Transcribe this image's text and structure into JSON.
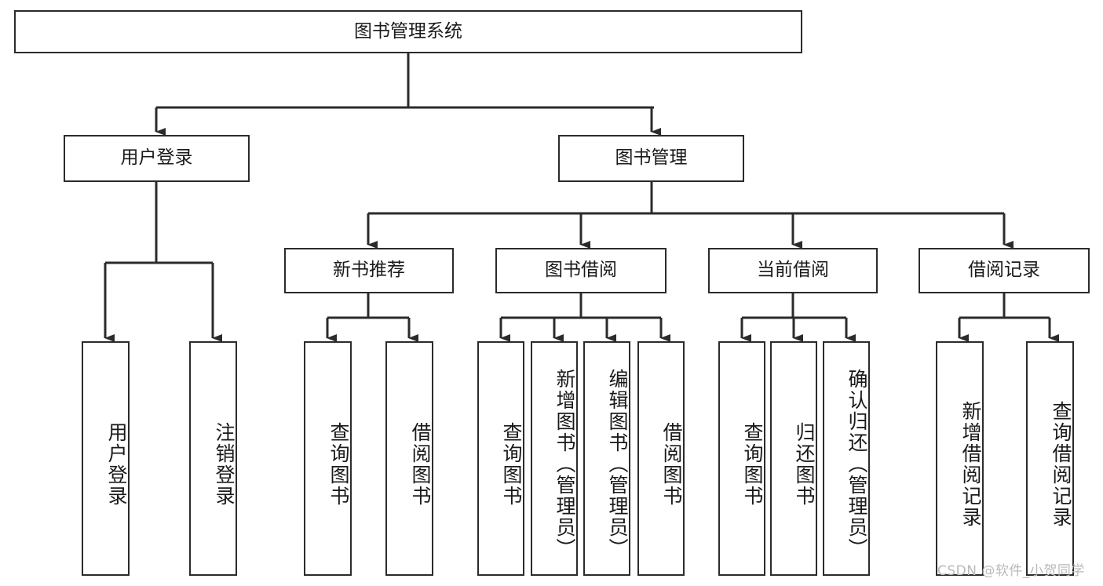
{
  "diagram": {
    "title": "图书管理系统",
    "type": "hierarchy-tree",
    "levels": 4,
    "orientation": "top-down"
  },
  "nodes": {
    "root": {
      "label": "图书管理系统"
    },
    "level2": [
      {
        "id": "user-login",
        "label": "用户登录"
      },
      {
        "id": "book-management",
        "label": "图书管理"
      }
    ],
    "level3": [
      {
        "id": "new-book-recommend",
        "label": "新书推荐"
      },
      {
        "id": "book-borrow",
        "label": "图书借阅"
      },
      {
        "id": "current-borrow",
        "label": "当前借阅"
      },
      {
        "id": "borrow-record",
        "label": "借阅记录"
      }
    ],
    "leaves": {
      "user_login": [
        {
          "id": "leaf-user-login",
          "label": "用户登录"
        },
        {
          "id": "leaf-logout",
          "label": "注销登录"
        }
      ],
      "new_book_recommend": [
        {
          "id": "leaf-query-book-1",
          "label": "查询图书"
        },
        {
          "id": "leaf-borrow-book-1",
          "label": "借阅图书"
        }
      ],
      "book_borrow": [
        {
          "id": "leaf-query-book-2",
          "label": "查询图书"
        },
        {
          "id": "leaf-add-book",
          "label": "新增图书（管理员）"
        },
        {
          "id": "leaf-edit-book",
          "label": "编辑图书（管理员）"
        },
        {
          "id": "leaf-borrow-book-2",
          "label": "借阅图书"
        }
      ],
      "current_borrow": [
        {
          "id": "leaf-query-book-3",
          "label": "查询图书"
        },
        {
          "id": "leaf-return-book",
          "label": "归还图书"
        },
        {
          "id": "leaf-confirm-return",
          "label": "确认归还（管理员）"
        }
      ],
      "borrow_record": [
        {
          "id": "leaf-add-record",
          "label": "新增借阅记录"
        },
        {
          "id": "leaf-query-record",
          "label": "查询借阅记录"
        }
      ]
    }
  },
  "watermark": {
    "text": "CSDN @软件_小贺同学"
  },
  "colors": {
    "stroke": "#2b2b2b",
    "fill": "#ffffff",
    "text": "#1a1a1a",
    "watermark": "#b9b9b9"
  }
}
